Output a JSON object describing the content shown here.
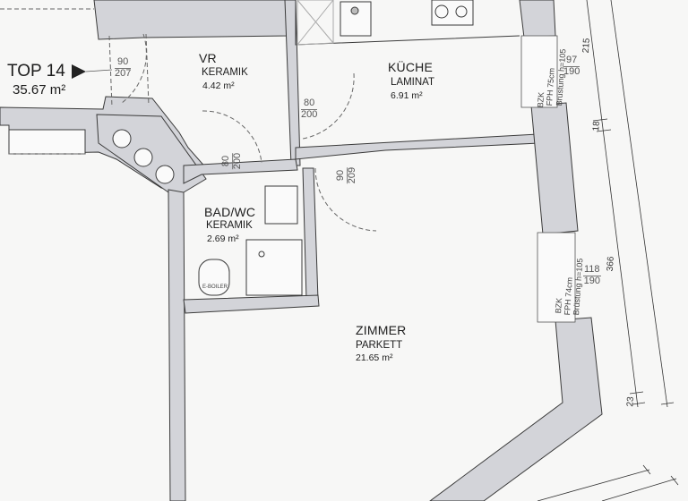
{
  "plan": {
    "unit": {
      "name": "TOP 14",
      "area": "35.67 m²"
    },
    "rooms": [
      {
        "id": "vr",
        "name": "VR",
        "floor": "KERAMIK",
        "area": "4.42 m²"
      },
      {
        "id": "kueche",
        "name": "KÜCHE",
        "floor": "LAMINAT",
        "area": "6.91 m²"
      },
      {
        "id": "bad",
        "name": "BAD/WC",
        "floor": "KERAMIK",
        "area": "2.69 m²"
      },
      {
        "id": "zimmer",
        "name": "ZIMMER",
        "floor": "PARKETT",
        "area": "21.65 m²"
      }
    ],
    "doors": [
      {
        "id": "entrance",
        "width": "90",
        "height": "207"
      },
      {
        "id": "vr-kueche",
        "width": "80",
        "height": "200"
      },
      {
        "id": "vr-bad",
        "width": "80",
        "height": "200"
      },
      {
        "id": "vr-zimmer",
        "width": "90",
        "height": "209"
      }
    ],
    "windows": [
      {
        "id": "kueche-window",
        "fph": "FPH 75cm",
        "bruestung": "Brüstung h=105",
        "width": "97",
        "height": "190",
        "tag": "BZK"
      },
      {
        "id": "zimmer-window",
        "fph": "FPH 74cm",
        "bruestung": "Brüstung h=105",
        "width": "118",
        "height": "190",
        "tag": "BZK"
      }
    ],
    "dimensions": {
      "d215": "215",
      "d18": "18",
      "d366": "366",
      "d23": "23"
    },
    "fixtures": {
      "boiler": "E-BOILER"
    },
    "colors": {
      "wall_fill": "#d3d4d9",
      "wall_line": "#3a3a3a",
      "floor": "#f7f7f6",
      "dashed": "#666666"
    }
  }
}
